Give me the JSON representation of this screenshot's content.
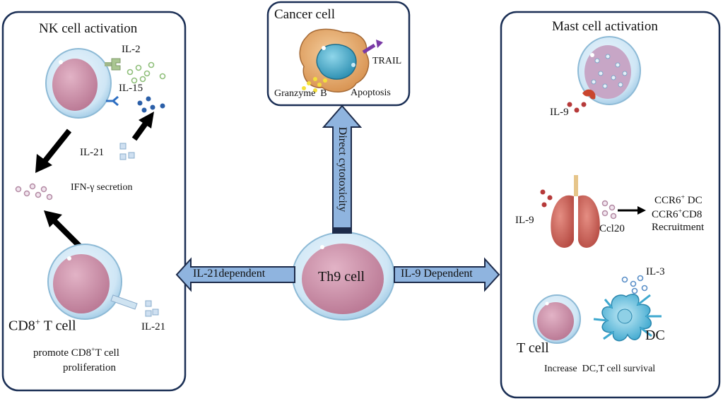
{
  "left_panel": {
    "title": "NK cell activation",
    "il2": "IL-2",
    "il15": "IL-15",
    "il21_top": "IL-21",
    "ifn": "IFN-γ secretion",
    "cd8_label": "CD8",
    "cd8_sup": "+",
    "cd8_suffix": " T cell",
    "il21_bottom": "IL-21",
    "promote_line1_a": "promote CD8",
    "promote_line1_sup": "+",
    "promote_line1_b": "T cell",
    "promote_line2": "proliferation"
  },
  "top_panel": {
    "title": "Cancer cell",
    "trail": "TRAIL",
    "granzyme": "Granzyme  B",
    "apoptosis": "Apoptosis"
  },
  "center": {
    "th9": "Th9 cell",
    "up_arrow": "Direct cytotoxicity",
    "left_arrow": "IL-21dependent",
    "right_arrow": "IL-9 Dependent"
  },
  "right_panel": {
    "title": "Mast cell activation",
    "il9_mast": "IL-9",
    "il9_lung": "IL-9",
    "ccl20": "Ccl20",
    "ccr6_dc_a": "CCR6",
    "ccr6_dc_sup": "+",
    "ccr6_dc_b": " DC",
    "ccr6_cd8_a": "CCR6",
    "ccr6_cd8_sup": "+",
    "ccr6_cd8_b": "CD8",
    "recruitment": "Recruitment",
    "il3": "IL-3",
    "tcell": "T cell",
    "dc": "DC",
    "survival": "Increase  DC,T cell survival"
  },
  "colors": {
    "panel_border": "#1b2f55",
    "arrow_fill": "#8fb4df",
    "arrow_stroke": "#1d2b4a",
    "cell_membrane": "#cfe6f5",
    "cell_nucleus": "#c98ea6",
    "cancer_body": "#e8b07a",
    "cancer_nucleus": "#3fa9c9",
    "lung": "#c9574f",
    "dc_body": "#6ec3de"
  }
}
